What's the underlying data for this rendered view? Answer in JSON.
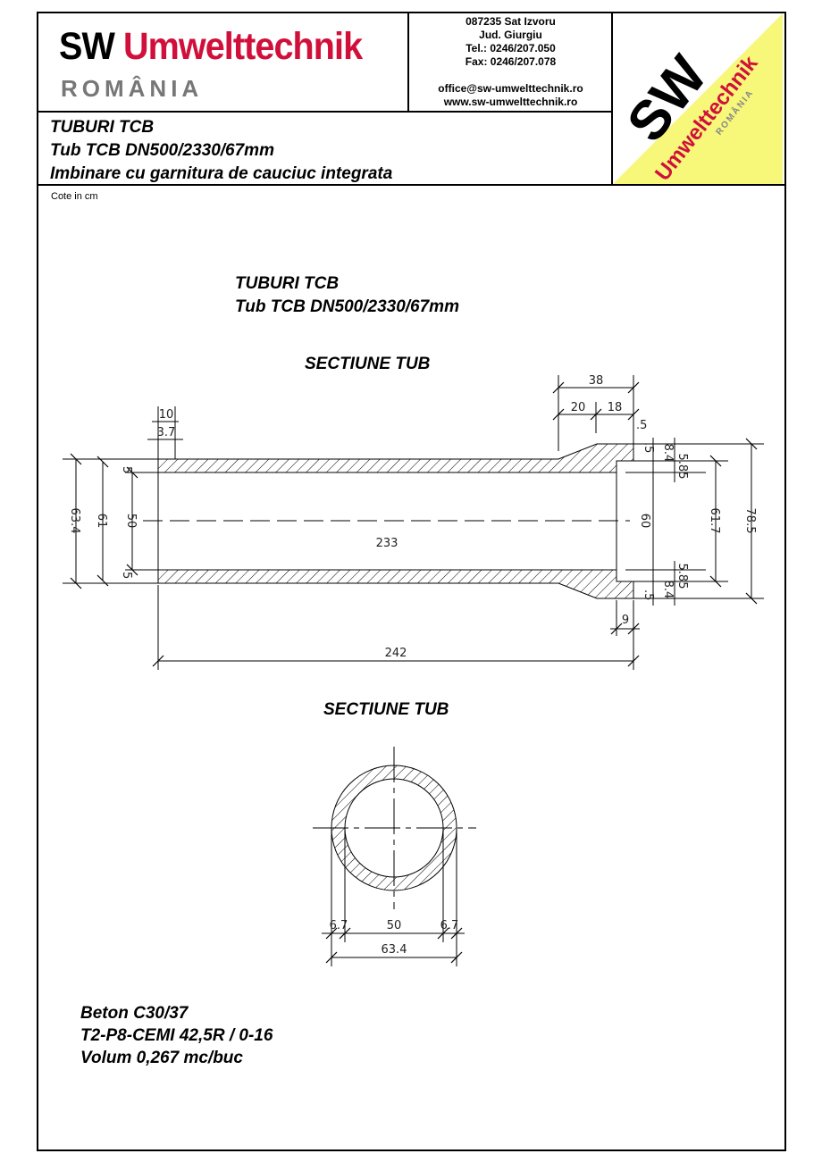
{
  "header": {
    "logo": {
      "brand_black": "SW",
      "brand_red": "Umwelttechnik",
      "country": "ROMÂNIA"
    },
    "address": [
      "087235 Sat Izvoru",
      "Jud. Giurgiu",
      "Tel.: 0246/207.050",
      "Fax: 0246/207.078",
      "",
      "office@sw-umwelttechnik.ro",
      "www.sw-umwelttechnik.ro"
    ],
    "corner_logo": {
      "text1": "SW",
      "text2": "Umwelttechnik",
      "text3": "ROMÂNIA",
      "bg_color": "#f7f77a",
      "red": "#d0103a"
    },
    "title_lines": [
      "TUBURI TCB",
      "Tub TCB DN500/2330/67mm",
      "Imbinare cu garnitura de cauciuc integrata"
    ]
  },
  "units_note": "Cote in cm",
  "drawing": {
    "heading_lines": [
      "TUBURI TCB",
      "Tub TCB DN500/2330/67mm"
    ],
    "section1_title": "SECTIUNE TUB",
    "section2_title": "SECTIUNE TUB",
    "side_dims": {
      "d38": "38",
      "d20": "20",
      "d18": "18",
      "d05": ".5",
      "d10": "10",
      "d37": "3.7",
      "d634": "63.4",
      "d61": "61",
      "d50": "50",
      "d5a": "5",
      "d5b": "5",
      "d233": "233",
      "d60": "60",
      "d617": "61.7",
      "d785": "78.5",
      "d84a": "8.4",
      "d84b": "8.4",
      "d585a": "5.85",
      "d585b": "5.85",
      "d05b": ".5",
      "d05c": ".5",
      "d9": "9",
      "d242": "242"
    },
    "cross_dims": {
      "wall_left": "6.7",
      "inner": "50",
      "wall_right": "6.7",
      "outer": "63.4"
    }
  },
  "notes": [
    "Beton C30/37",
    "T2-P8-CEMI 42,5R / 0-16",
    "Volum 0,267 mc/buc"
  ]
}
